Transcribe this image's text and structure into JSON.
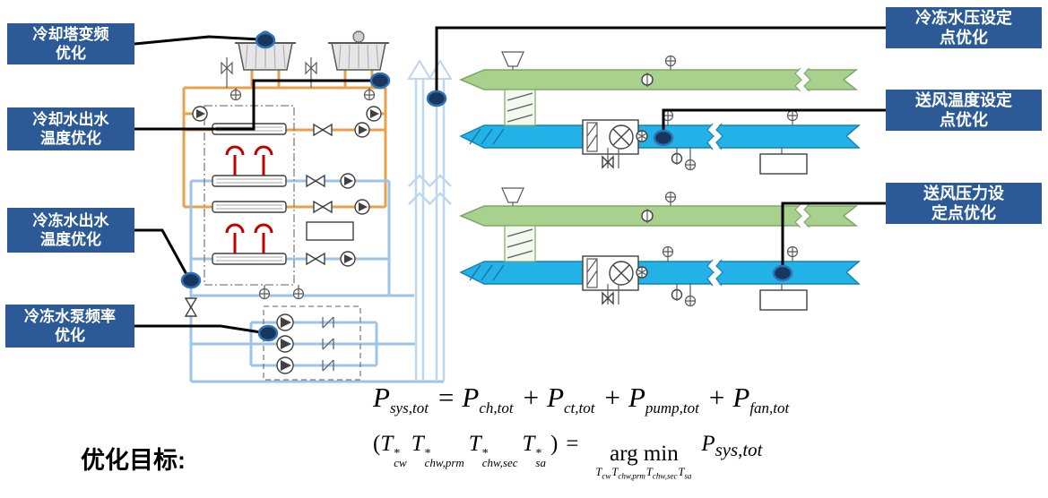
{
  "callouts": [
    {
      "line1": "冷却塔变频",
      "line2": "优化"
    },
    {
      "line1": "冷却水出水",
      "line2": "温度优化"
    },
    {
      "line1": "冷冻水出水",
      "line2": "温度优化"
    },
    {
      "line1": "冷冻水泵频率",
      "line2": "优化"
    },
    {
      "line1": "冷冻水压设定",
      "line2": "点优化"
    },
    {
      "line1": "送风温度设定",
      "line2": "点优化"
    },
    {
      "line1": "送风压力设",
      "line2": "定点优化"
    }
  ],
  "objective_label": "优化目标:",
  "formula_line1": {
    "lhs_base": "P",
    "lhs_sub": "sys,tot",
    "eq": "=",
    "plus": "+",
    "terms": [
      {
        "base": "P",
        "sub": "ch,tot"
      },
      {
        "base": "P",
        "sub": "ct,tot"
      },
      {
        "base": "P",
        "sub": "pump,tot"
      },
      {
        "base": "P",
        "sub": "fan,tot"
      }
    ]
  },
  "formula_line2": {
    "open": "(",
    "close": ")",
    "eq": "=",
    "lhs_terms": [
      {
        "base": "T",
        "sup": "*",
        "sub": "cw"
      },
      {
        "base": "T",
        "sup": "*",
        "sub": "chw,prm"
      },
      {
        "base": "T",
        "sup": "*",
        "sub": "chw,sec"
      },
      {
        "base": "T",
        "sup": "*",
        "sub": "sa"
      }
    ],
    "operator": "arg min",
    "operator_subs": [
      {
        "base": "T",
        "sub": "cw"
      },
      {
        "base": "T",
        "sub": "chw,prm"
      },
      {
        "base": "T",
        "sub": "chw,sec"
      },
      {
        "base": "T",
        "sub": "sa"
      }
    ],
    "rhs_base": "P",
    "rhs_sub": "sys,tot"
  },
  "colors": {
    "callout-bg": "#2B5A97",
    "marker-fill": "#17375E",
    "marker-stroke": "#2E74B5",
    "pipe-orange": "#E8A04B",
    "pipe-blue": "#9DC3E6",
    "pipe-riser": "#BDD7EE",
    "duct-green": "#A9D18E",
    "duct-green-stroke": "#7FA866",
    "duct-cyan": "#22B2E8",
    "duct-cyan-stroke": "#1383B0",
    "compressor-red": "#C00000"
  },
  "icons": {
    "cooling-tower-icon": "trapezoid-with-fan",
    "chiller-icon": "dual-barrel-with-red-compressors",
    "pump-icon": "circle-with-impeller-triangle",
    "valve-icon": "bowtie",
    "check-valve-icon": "slash",
    "sensor-icon": "circled-plus",
    "fan-icon": "circle-with-cross",
    "damper-icon": "circle-with-shaft",
    "riser-arrow-icon": "hollow-up-triangle",
    "marker-ellipse": "dark-blue-ellipse"
  }
}
